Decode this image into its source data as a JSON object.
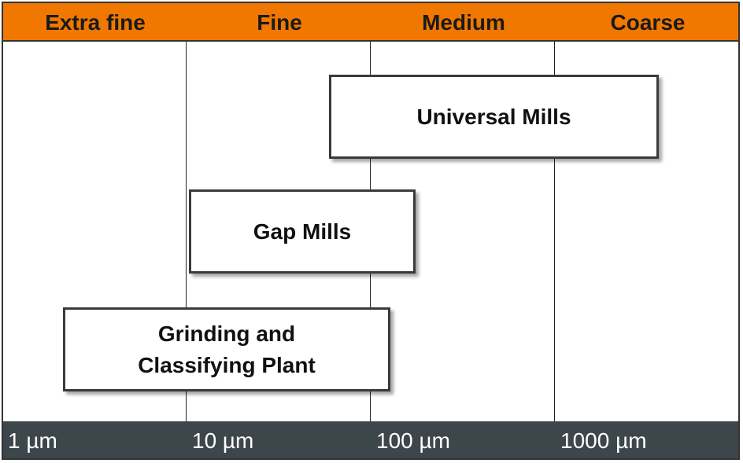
{
  "header": {
    "categories": [
      "Extra fine",
      "Fine",
      "Medium",
      "Coarse"
    ],
    "color": "#f07800"
  },
  "axis": {
    "ticks": [
      "1 µm",
      "10 µm",
      "100 µm",
      "1000 µm"
    ],
    "scale": "log",
    "color": "#3d464b"
  },
  "ranges": [
    {
      "label": "Universal Mills",
      "from_um": 50,
      "to_um": 2600
    },
    {
      "label": "Gap Mills",
      "from_um": 10,
      "to_um": 140
    },
    {
      "label_lines": [
        "Grinding and",
        "Classifying Plant"
      ],
      "from_um": 3,
      "to_um": 100
    }
  ]
}
